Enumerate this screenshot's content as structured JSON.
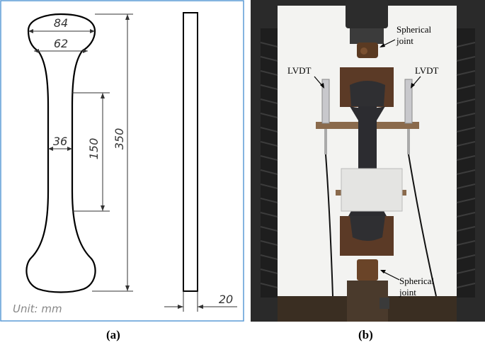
{
  "panel_a": {
    "dimensions": {
      "top_width": "84",
      "neck_width": "62",
      "gauge_width": "36",
      "gauge_length": "150",
      "total_length": "350",
      "thickness": "20"
    },
    "unit_note": "Unit: mm",
    "border_color": "#5b9bd5"
  },
  "panel_b": {
    "labels": {
      "spherical_joint_top_line1": "Spherical",
      "spherical_joint_top_line2": "joint",
      "lvdt_left": "LVDT",
      "lvdt_right": "LVDT",
      "spherical_joint_bottom_line1": "Spherical",
      "spherical_joint_bottom_line2": "joint"
    }
  },
  "captions": {
    "a": "(a)",
    "b": "(b)"
  }
}
